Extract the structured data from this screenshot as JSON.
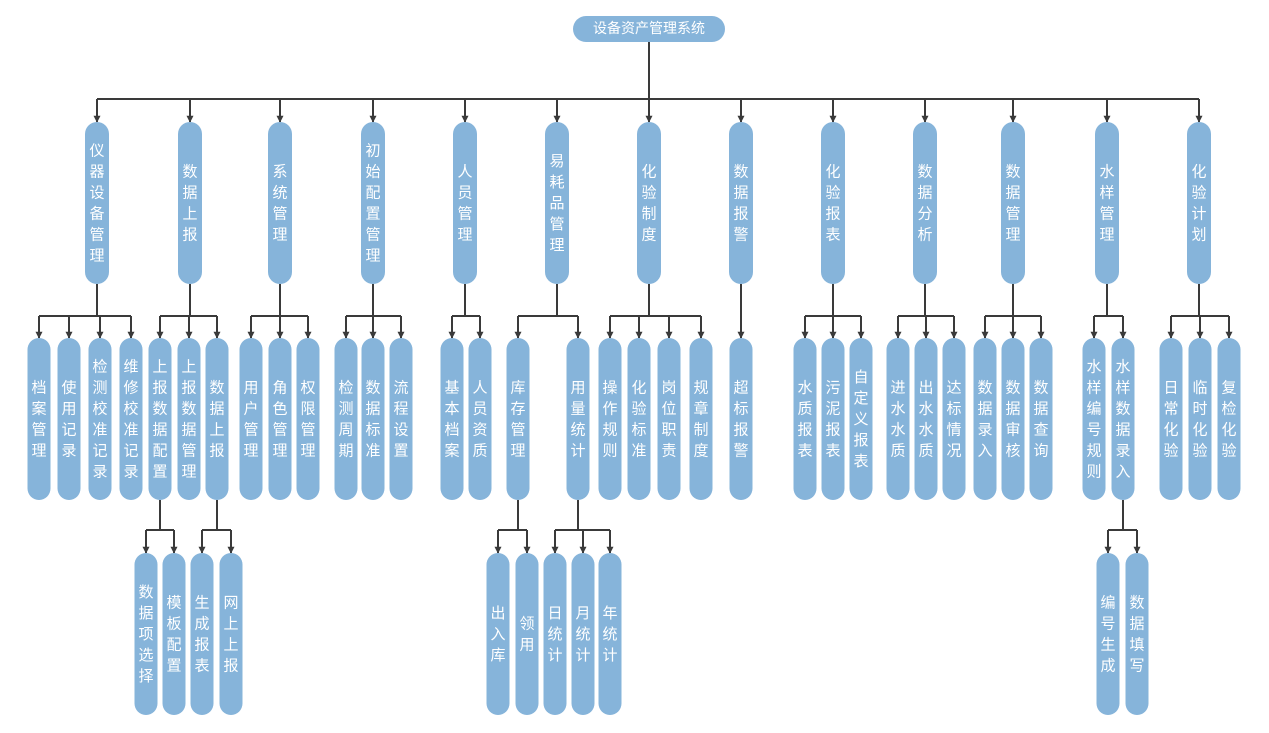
{
  "colors": {
    "node_fill": "#86b4da",
    "line": "#3a3a3a",
    "text": "#ffffff"
  },
  "root": {
    "label": "设备资产管理系统"
  },
  "categories": [
    {
      "label": "仪器设备管理",
      "children": [
        {
          "label": "档案管理"
        },
        {
          "label": "使用记录"
        },
        {
          "label": "检测校准记录"
        },
        {
          "label": "维修校准记录"
        }
      ]
    },
    {
      "label": "数据上报",
      "children": [
        {
          "label": "上报数据配置",
          "children": [
            {
              "label": "数据项选择"
            },
            {
              "label": "模板配置"
            }
          ]
        },
        {
          "label": "上报数据管理"
        },
        {
          "label": "数据上报",
          "children": [
            {
              "label": "生成报表"
            },
            {
              "label": "网上上报"
            }
          ]
        }
      ]
    },
    {
      "label": "系统管理",
      "children": [
        {
          "label": "用户管理"
        },
        {
          "label": "角色管理"
        },
        {
          "label": "权限管理"
        }
      ]
    },
    {
      "label": "初始配置管理",
      "children": [
        {
          "label": "检测周期"
        },
        {
          "label": "数据标准"
        },
        {
          "label": "流程设置"
        }
      ]
    },
    {
      "label": "人员管理",
      "children": [
        {
          "label": "基本档案"
        },
        {
          "label": "人员资质"
        }
      ]
    },
    {
      "label": "易耗品管理",
      "children": [
        {
          "label": "库存管理",
          "children": [
            {
              "label": "出入库"
            },
            {
              "label": "领用"
            }
          ]
        },
        {
          "label": "用量统计",
          "children": [
            {
              "label": "日统计"
            },
            {
              "label": "月统计"
            },
            {
              "label": "年统计"
            }
          ]
        }
      ]
    },
    {
      "label": "化验制度",
      "children": [
        {
          "label": "操作规则"
        },
        {
          "label": "化验标准"
        },
        {
          "label": "岗位职责"
        },
        {
          "label": "规章制度"
        }
      ]
    },
    {
      "label": "数据报警",
      "children": [
        {
          "label": "超标报警"
        }
      ]
    },
    {
      "label": "化验报表",
      "children": [
        {
          "label": "水质报表"
        },
        {
          "label": "污泥报表"
        },
        {
          "label": "自定义报表"
        }
      ]
    },
    {
      "label": "数据分析",
      "children": [
        {
          "label": "进水水质"
        },
        {
          "label": "出水水质"
        },
        {
          "label": "达标情况"
        }
      ]
    },
    {
      "label": "数据管理",
      "children": [
        {
          "label": "数据录入"
        },
        {
          "label": "数据审核"
        },
        {
          "label": "数据查询"
        }
      ]
    },
    {
      "label": "水样管理",
      "children": [
        {
          "label": "水样编号规则"
        },
        {
          "label": "水样数据录入",
          "children": [
            {
              "label": "编号生成"
            },
            {
              "label": "数据填写"
            }
          ]
        }
      ]
    },
    {
      "label": "化验计划",
      "children": [
        {
          "label": "日常化验"
        },
        {
          "label": "临时化验"
        },
        {
          "label": "复检化验"
        }
      ]
    }
  ]
}
